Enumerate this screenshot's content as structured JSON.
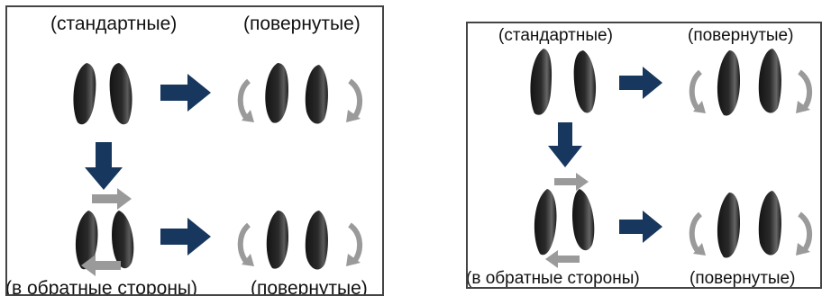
{
  "colors": {
    "navy_arrow": "#17375e",
    "gray_arrow": "#9a9a9a",
    "bean_dark": "#1c1c1c",
    "bean_light": "#6a6a6a",
    "border": "#444444"
  },
  "panels": [
    {
      "label_standard": "(стандартные)",
      "label_rotated_top": "(повернутые)",
      "label_opposite": "(в обратные стороны)",
      "label_rotated_bottom": "(повернутые)"
    },
    {
      "label_standard": "(стандартные)",
      "label_rotated_top": "(повернутые)",
      "label_opposite": "(в обратные стороны)",
      "label_rotated_bottom": "(повернутые)"
    }
  ]
}
